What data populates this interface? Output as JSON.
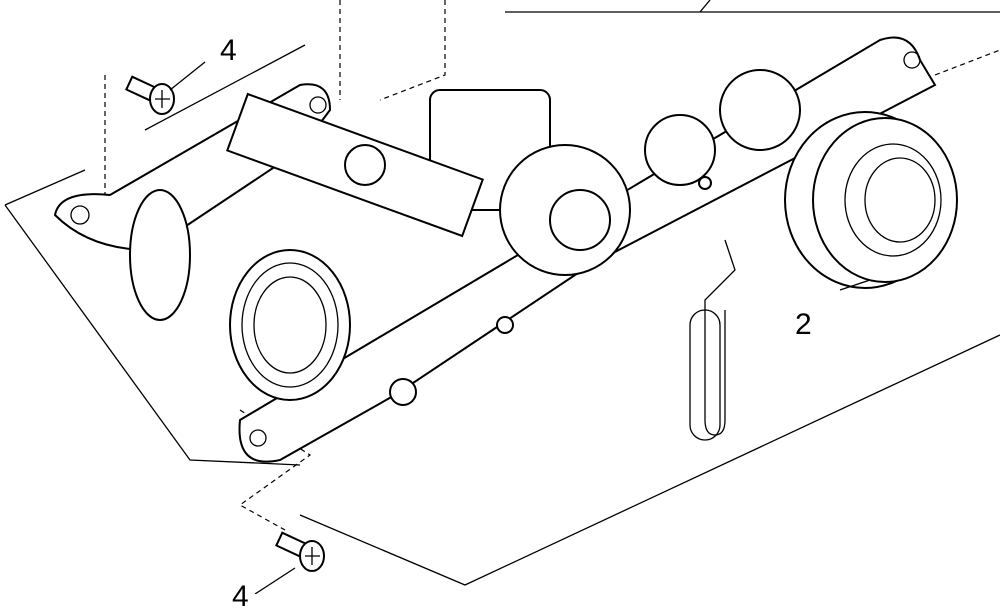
{
  "diagram": {
    "callouts": [
      {
        "id": "screw-top",
        "label": "4"
      },
      {
        "id": "knob",
        "label": "2"
      },
      {
        "id": "screw-bottom",
        "label": "4"
      }
    ],
    "colors": {
      "line": "#000000",
      "background": "#ffffff"
    }
  }
}
